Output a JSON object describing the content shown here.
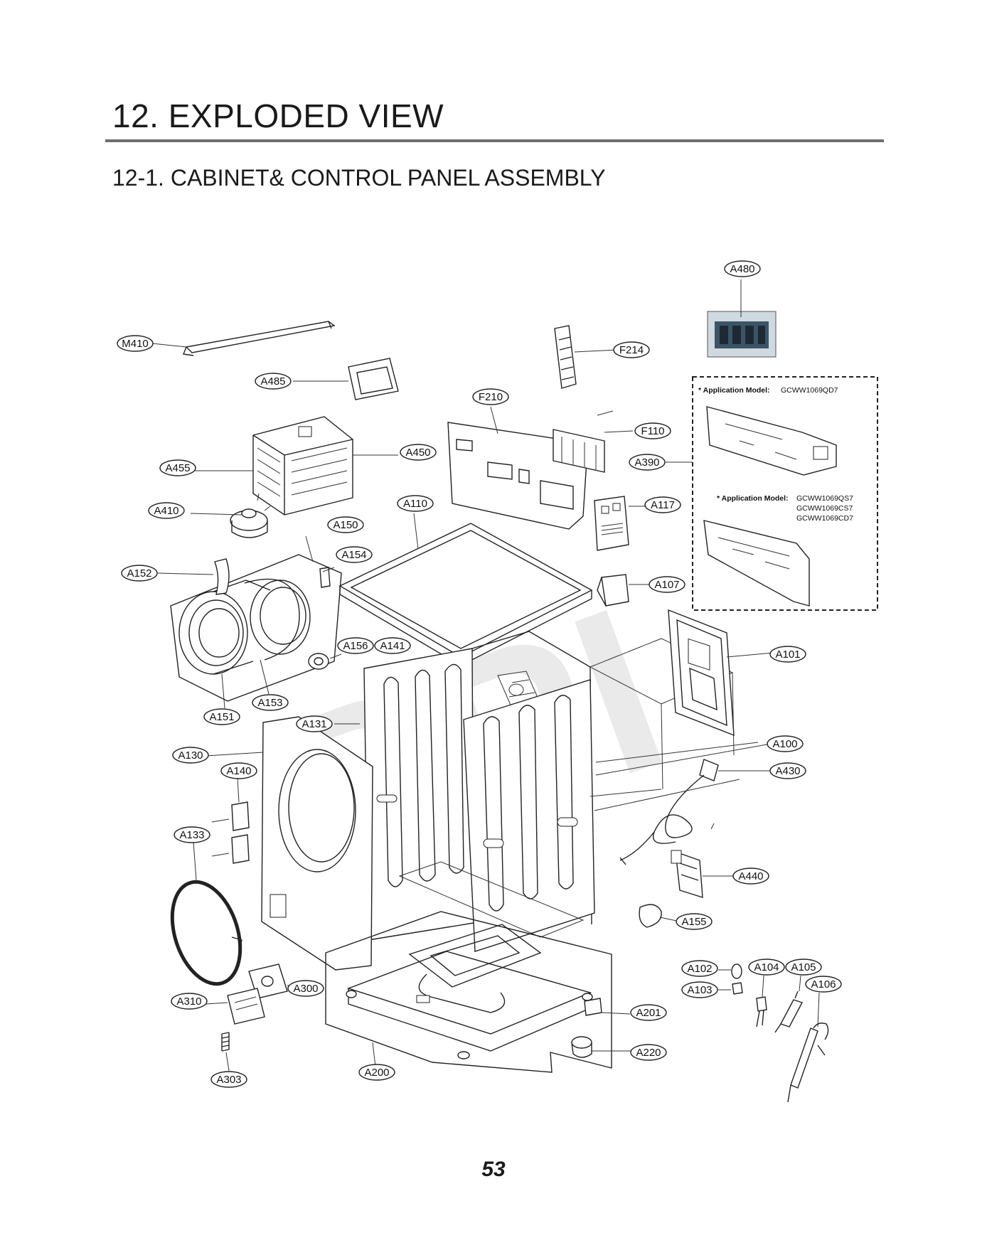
{
  "page_title": "12. EXPLODED VIEW",
  "section_title": "12-1. CABINET& CONTROL PANEL ASSEMBLY",
  "page_number": "53",
  "watermark": "RPI",
  "application_notes": {
    "note1_label": "* Application Model:",
    "note1_models": "GCWW1069QD7",
    "note2_label": "* Application Model:",
    "note2_models": [
      "GCWW1069QS7",
      "GCWW1069CS7",
      "GCWW1069CD7"
    ]
  },
  "callouts": {
    "A480": "A480",
    "M410": "M410",
    "F214": "F214",
    "A485": "A485",
    "F210": "F210",
    "F110": "F110",
    "A455": "A455",
    "A450": "A450",
    "A390": "A390",
    "A410": "A410",
    "A110": "A110",
    "A117": "A117",
    "A150": "A150",
    "A154": "A154",
    "A152": "A152",
    "A107": "A107",
    "A156": "A156",
    "A141": "A141",
    "A101": "A101",
    "A151": "A151",
    "A153": "A153",
    "A131": "A131",
    "A130": "A130",
    "A100": "A100",
    "A140": "A140",
    "A430": "A430",
    "A133": "A133",
    "A440": "A440",
    "A155": "A155",
    "A102": "A102",
    "A104": "A104",
    "A105": "A105",
    "A103": "A103",
    "A106": "A106",
    "A300": "A300",
    "A310": "A310",
    "A201": "A201",
    "A220": "A220",
    "A303": "A303",
    "A200": "A200"
  }
}
